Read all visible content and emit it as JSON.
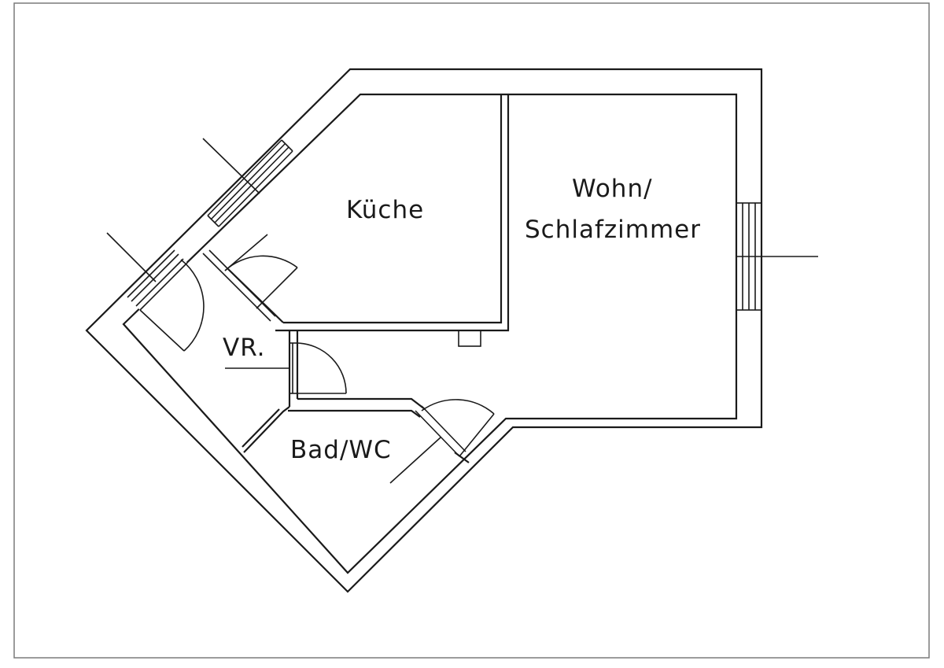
{
  "rooms": {
    "kitchen": "Küche",
    "living_line1": "Wohn/",
    "living_line2": "Schlafzimmer",
    "hall": "VR.",
    "bath": "Bad/WC"
  }
}
